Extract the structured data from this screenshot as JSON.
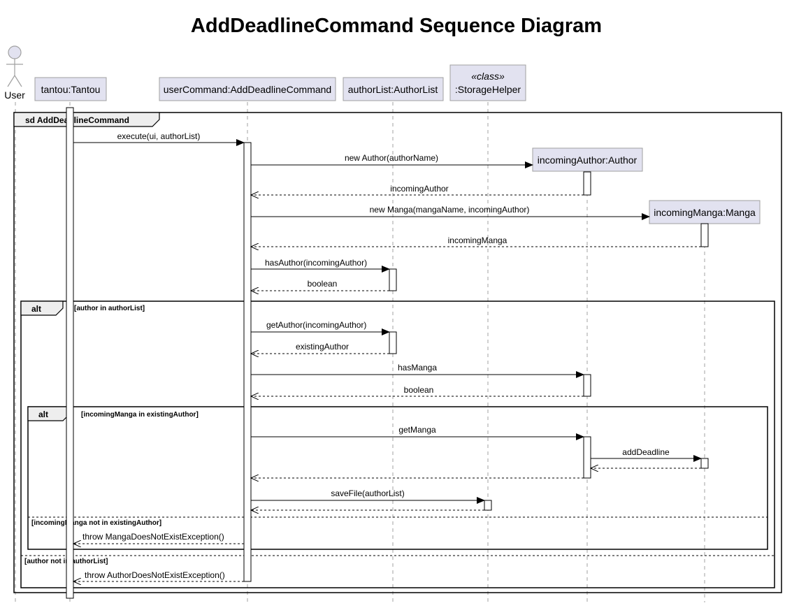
{
  "diagram": {
    "title": "AddDeadlineCommand Sequence Diagram",
    "actor": {
      "label": "User"
    },
    "participants": {
      "tantou": "tantou:Tantou",
      "userCommand": "userCommand:AddDeadlineCommand",
      "authorList": "authorList:AuthorList",
      "storage_stereotype": "«class»",
      "storage": ":StorageHelper",
      "incomingAuthor": "incomingAuthor:Author",
      "incomingManga": "incomingManga:Manga"
    },
    "frames": {
      "sd_label": "sd AddDeadlineCommand",
      "alt_outer_label": "alt",
      "alt_outer_guard": "[author in authorList]",
      "alt_outer_else_guard": "[author not in authorList]",
      "alt_inner_label": "alt",
      "alt_inner_guard": "[incomingManga in existingAuthor]",
      "alt_inner_else_guard": "[incomingManga not in existingAuthor]"
    },
    "messages": {
      "execute": "execute(ui, authorList)",
      "new_author": "new Author(authorName)",
      "ret_incoming_author": "incomingAuthor",
      "new_manga": "new Manga(mangaName, incomingAuthor)",
      "ret_incoming_manga": "incomingManga",
      "has_author": "hasAuthor(incomingAuthor)",
      "ret_boolean_1": "boolean",
      "get_author": "getAuthor(incomingAuthor)",
      "ret_existing_author": "existingAuthor",
      "has_manga": "hasManga",
      "ret_boolean_2": "boolean",
      "get_manga": "getManga",
      "add_deadline": "addDeadline",
      "save_file": "saveFile(authorList)",
      "throw_manga": "throw MangaDoesNotExistException()",
      "throw_author": "throw AuthorDoesNotExistException()"
    }
  }
}
